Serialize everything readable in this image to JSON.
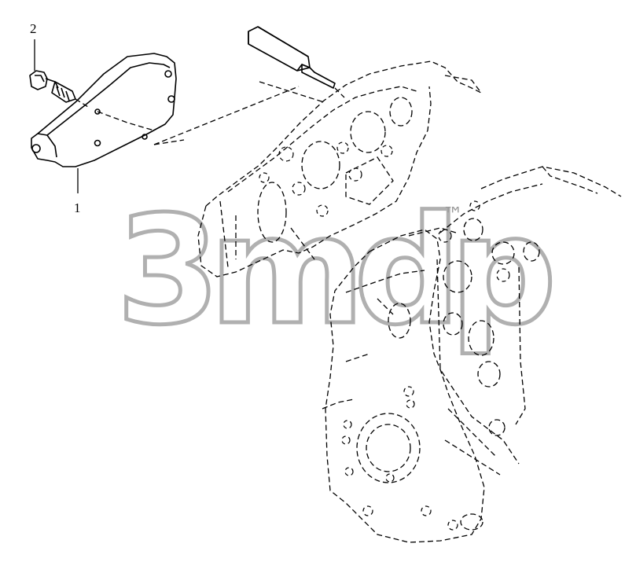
{
  "callouts": [
    {
      "id": "1",
      "label": "1"
    },
    {
      "id": "2",
      "label": "2"
    }
  ],
  "watermark": {
    "text": "3mdp",
    "trademark": "™"
  }
}
